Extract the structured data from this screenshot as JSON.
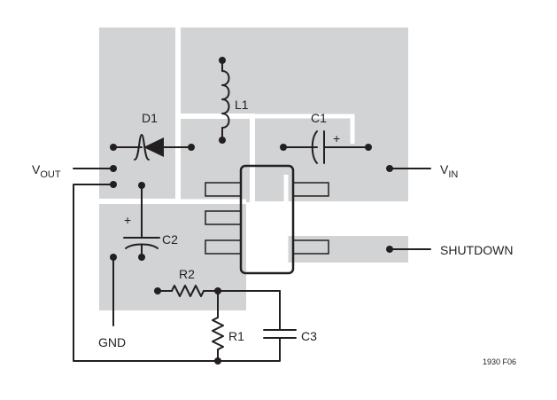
{
  "labels": {
    "d1": "D1",
    "l1": "L1",
    "c1": "C1",
    "c1_plus": "+",
    "vout_main": "V",
    "vout_sub": "OUT",
    "vin_main": "V",
    "vin_sub": "IN",
    "c2": "C2",
    "c2_plus": "+",
    "shutdown": "SHUTDOWN",
    "r2": "R2",
    "r1": "R1",
    "c3": "C3",
    "gnd": "GND",
    "figure_id": "1930 F06"
  },
  "colors": {
    "copper": "#d1d3d4",
    "trace": "#231f20",
    "background": "#ffffff"
  }
}
